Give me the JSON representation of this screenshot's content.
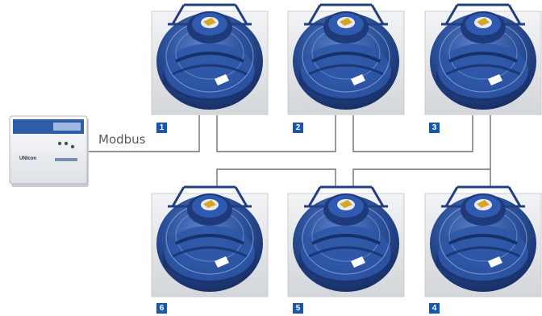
{
  "bus": {
    "label": "Modbus"
  },
  "controller": {
    "brand": "UNIcon"
  },
  "units": [
    {
      "id": "1"
    },
    {
      "id": "2"
    },
    {
      "id": "3"
    },
    {
      "id": "6"
    },
    {
      "id": "5"
    },
    {
      "id": "4"
    }
  ],
  "colors": {
    "fan_body": "#2a4f98",
    "fan_dark": "#15295c",
    "fan_light": "#5d83cf",
    "label_bg": "#1c56a8",
    "line": "#6b7178",
    "base": "#e3e5e8"
  }
}
